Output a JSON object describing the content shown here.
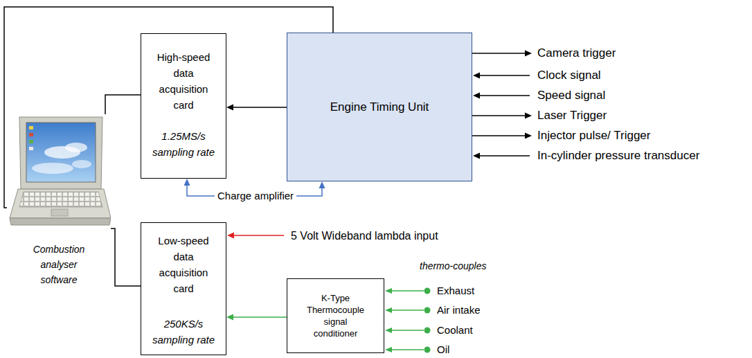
{
  "diagram": {
    "nodes": [
      {
        "text": [
          "High-speed data acquisition card",
          "1.25MS/s sampling rate"
        ]
      },
      {
        "text": [
          "Engine Timing Unit"
        ]
      },
      {
        "text": [
          "Combustion analyser software"
        ]
      },
      {
        "text": [
          "Low-speed data acquisition card",
          "250KS/s sampling rate"
        ]
      },
      {
        "text": [
          "K-Type Thermocouple signal conditioner"
        ]
      }
    ],
    "edges": [
      {
        "from": 1,
        "to": 0,
        "arrow": "to"
      },
      {
        "from": 1,
        "to": 0,
        "label": "Charge amplifier",
        "arrow": "both"
      },
      {
        "from": 2,
        "to": 0,
        "arrow": "none"
      },
      {
        "from": 2,
        "to": 1,
        "arrow": "none"
      },
      {
        "from": 2,
        "to": 3,
        "arrow": "none"
      },
      {
        "from": 4,
        "to": 3,
        "arrow": "to"
      }
    ],
    "labels": [
      "Camera trigger",
      "Clock signal",
      "Speed signal",
      "Laser Trigger",
      "Injector pulse/ Trigger",
      "In-cylinder pressure transducer",
      "5 Volt Wideband lambda input",
      "thermo-couples",
      "Exhaust",
      "Air intake",
      "Coolant",
      "Oil"
    ]
  }
}
